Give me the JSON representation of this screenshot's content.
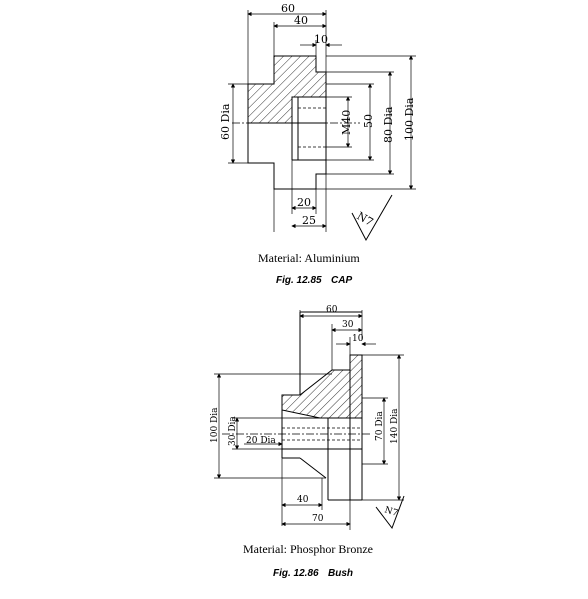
{
  "figures": [
    {
      "number": "Fig. 12.85",
      "title": "CAP",
      "material": "Material: Aluminium",
      "dimensions": {
        "d60": "60",
        "d40": "40",
        "d10": "10",
        "dia60": "60 Dia",
        "m40": "M40",
        "d50": "50",
        "dia80": "80 Dia",
        "dia100": "100 Dia",
        "d20": "20",
        "d25": "25"
      },
      "finish": "N7"
    },
    {
      "number": "Fig. 12.86",
      "title": "Bush",
      "material": "Material: Phosphor Bronze",
      "dimensions": {
        "d60": "60",
        "d30": "30",
        "d10": "10",
        "dia100": "100 Dia",
        "dia30": "30 Dia",
        "dia20": "20 Dia",
        "dia70": "70 Dia",
        "dia140": "140 Dia",
        "d40": "40",
        "d70": "70"
      },
      "finish": "N7"
    }
  ]
}
